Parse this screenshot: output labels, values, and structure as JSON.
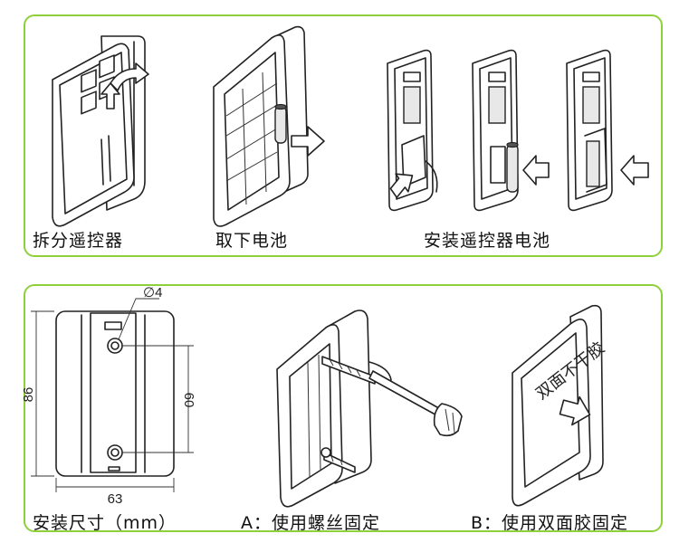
{
  "captions": {
    "disassemble": "拆分遥控器",
    "remove_battery": "取下电池",
    "install_battery": "安装遥控器电池",
    "dimensions": "安装尺寸（mm）",
    "screw_mount": "A：使用螺丝固定",
    "tape_mount": "B：使用双面胶固定"
  },
  "dimensions": {
    "hole_diameter": "∅4",
    "height": "86",
    "hole_spacing": "60",
    "width": "63"
  },
  "tape_label": "双面不干胶",
  "colors": {
    "panel_border": "#8fd03a",
    "line": "#222222"
  }
}
